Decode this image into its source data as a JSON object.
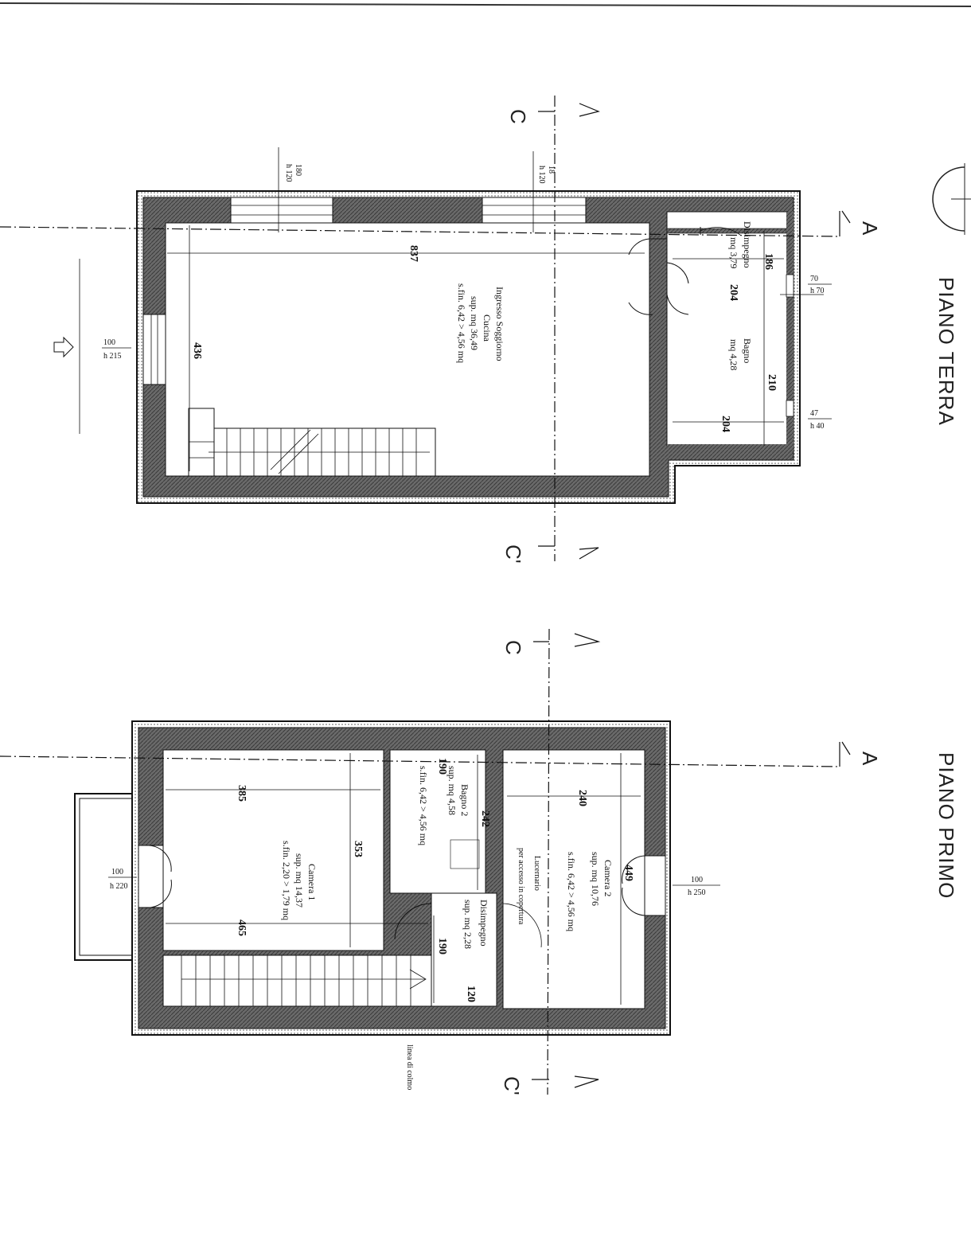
{
  "titles": {
    "ground": "PIANO TERRA",
    "first": "PIANO PRIMO"
  },
  "sections": {
    "a": "A",
    "c": "C",
    "c_prime": "C'"
  },
  "ground_floor": {
    "living": {
      "name": "Ingresso Soggiorno",
      "sub": "Cucina",
      "area": "sup. mq 36,49",
      "window": "s.fin. 6,42 > 4,56 mq"
    },
    "disimpegno": {
      "name": "Disimpegno",
      "area": "mq 3,79"
    },
    "bagno": {
      "name": "Bagno",
      "area": "mq 4,28"
    },
    "dims": {
      "d837": "837",
      "d436": "436",
      "d186": "186",
      "d204a": "204",
      "d210": "210",
      "d204b": "204"
    },
    "openings": {
      "w1_w": "180",
      "w1_h": "h 120",
      "w2_w": "18",
      "w2_h": "h 120",
      "door_w": "100",
      "door_h": "h 215",
      "w3_w": "70",
      "w3_h": "h 70",
      "w4_w": "47",
      "w4_h": "h 40"
    }
  },
  "first_floor": {
    "camera1": {
      "name": "Camera 1",
      "area": "sup. mq 14,37",
      "window": "s.fin. 2,20 > 1,79 mq"
    },
    "bagno2": {
      "name": "Bagno 2",
      "area": "sup. mq 4,58",
      "window": "s.fin. 6,42 > 4,56 mq"
    },
    "disimpegno": {
      "name": "Disimpegno",
      "area": "sup. mq 2,28"
    },
    "camera2": {
      "name": "Camera 2",
      "area": "sup. mq 10,76",
      "window": "s.fin. 6,42 > 4,56 mq"
    },
    "lucernario": {
      "name": "Lucernario",
      "note": "per accesso in copertura"
    },
    "dims": {
      "d385": "385",
      "d353": "353",
      "d465": "465",
      "d242": "242",
      "d190a": "190",
      "d190b": "190",
      "d120": "120",
      "d240": "240",
      "d449": "449"
    },
    "openings": {
      "door1_w": "100",
      "door1_h": "h 220",
      "door2_w": "100",
      "door2_h": "h 250"
    },
    "roof_note": "linea di colmo"
  }
}
